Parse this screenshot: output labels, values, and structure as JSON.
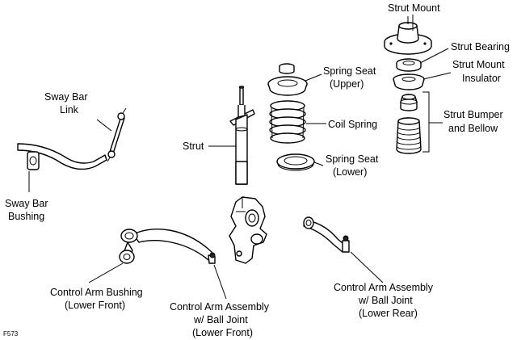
{
  "labels": {
    "strut_mount": "Strut Mount",
    "strut_bearing": "Strut Bearing",
    "strut_mount_insulator_1": "Strut Mount",
    "strut_mount_insulator_2": "Insulator",
    "spring_seat_upper_1": "Spring Seat",
    "spring_seat_upper_2": "(Upper)",
    "coil_spring": "Coil Spring",
    "strut_bumper_1": "Strut Bumper",
    "strut_bumper_2": "and Bellow",
    "spring_seat_lower_1": "Spring Seat",
    "spring_seat_lower_2": "(Lower)",
    "strut": "Strut",
    "sway_bar_link_1": "Sway Bar",
    "sway_bar_link_2": "Link",
    "sway_bar_bushing_1": "Sway Bar",
    "sway_bar_bushing_2": "Bushing",
    "control_arm_bushing_1": "Control Arm Bushing",
    "control_arm_bushing_2": "(Lower Front)",
    "ca_front_1": "Control Arm Assembly",
    "ca_front_2": "w/ Ball Joint",
    "ca_front_3": "(Lower Front)",
    "ca_rear_1": "Control Arm Assembly",
    "ca_rear_2": "w/ Ball Joint",
    "ca_rear_3": "(Lower Rear)"
  },
  "figure_code": "F573"
}
